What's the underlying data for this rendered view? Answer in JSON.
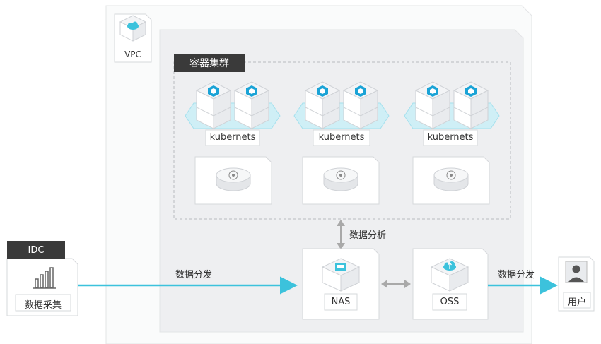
{
  "vpc": {
    "label": "VPC"
  },
  "cluster": {
    "title": "容器集群"
  },
  "nodes": [
    {
      "label": "kubernets"
    },
    {
      "label": "kubernets"
    },
    {
      "label": "kubernets"
    }
  ],
  "idc": {
    "title": "IDC",
    "label": "数据采集"
  },
  "nas": {
    "label": "NAS"
  },
  "oss": {
    "label": "OSS"
  },
  "user": {
    "label": "用户"
  },
  "edges": {
    "idc_to_nas": "数据分发",
    "cluster_nas": "数据分析",
    "oss_to_user": "数据分发"
  },
  "colors": {
    "accent": "#3cc2dc",
    "cube_icon": "#1aa3d6",
    "tag_bg": "#3a3a3a",
    "arrow_gray": "#a9a9a9"
  }
}
